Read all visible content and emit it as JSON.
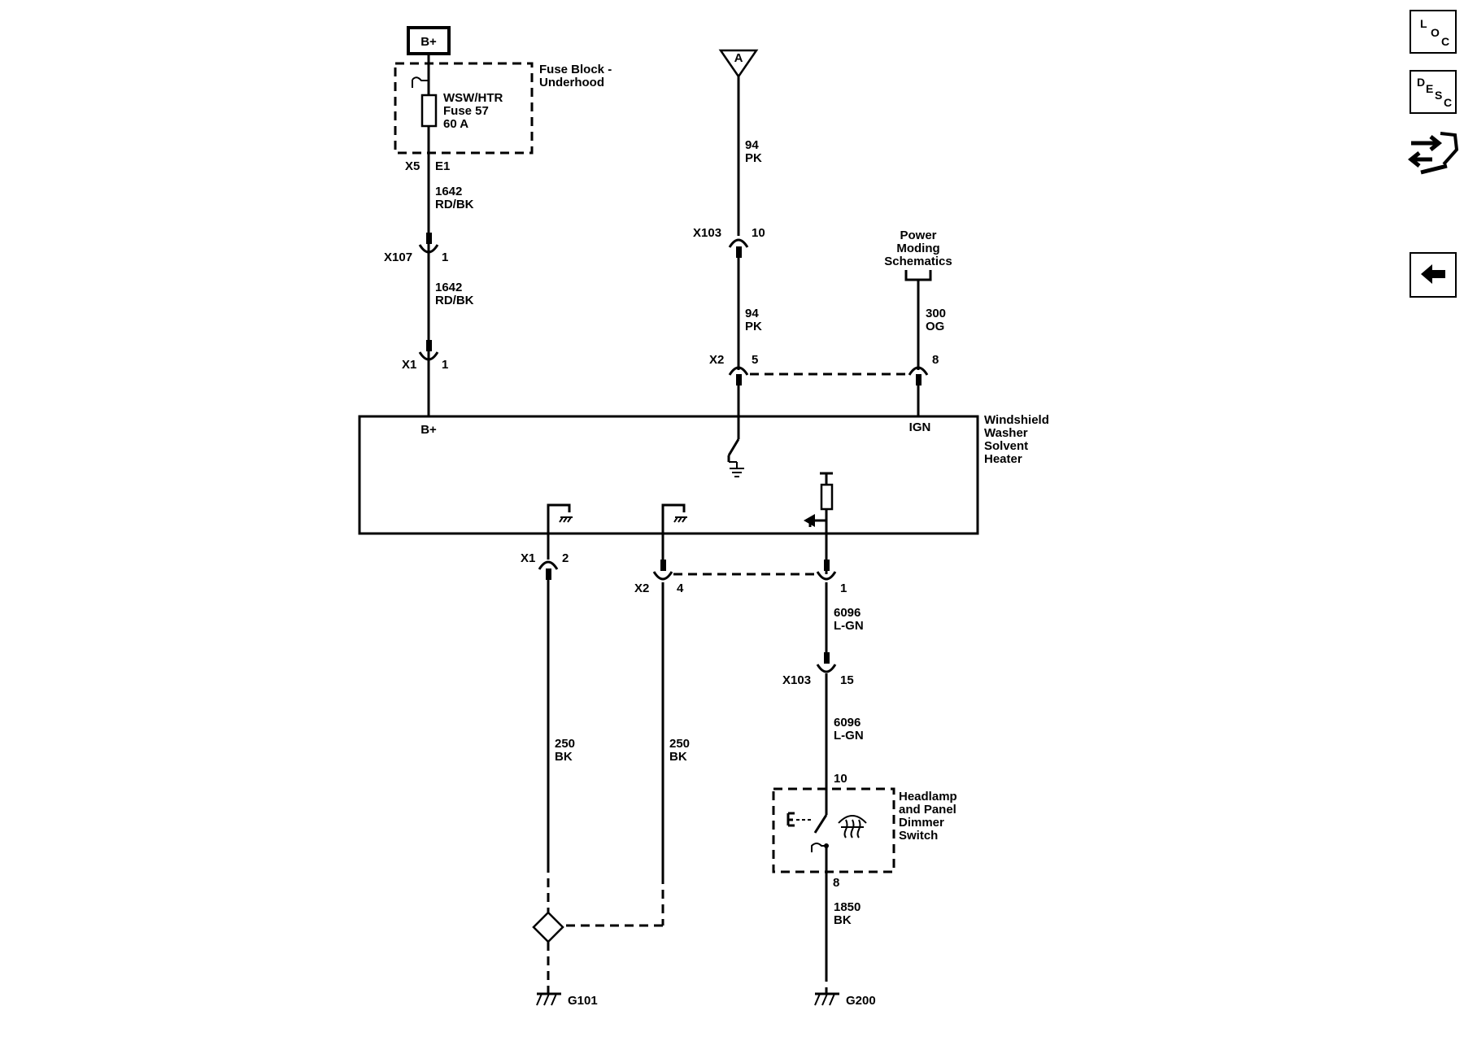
{
  "power": {
    "bplus": "B+"
  },
  "fuse_block": {
    "title_line1": "Fuse Block -",
    "title_line2": "Underhood",
    "fuse_line1": "WSW/HTR",
    "fuse_line2": "Fuse 57",
    "fuse_line3": "60 A",
    "conn": "X5",
    "pin": "E1"
  },
  "wires": {
    "w1642_a_num": "1642",
    "w1642_a_color": "RD/BK",
    "w1642_b_num": "1642",
    "w1642_b_color": "RD/BK",
    "w94_a_num": "94",
    "w94_a_color": "PK",
    "w94_b_num": "94",
    "w94_b_color": "PK",
    "w300_num": "300",
    "w300_color": "OG",
    "w6096_a_num": "6096",
    "w6096_a_color": "L-GN",
    "w6096_b_num": "6096",
    "w6096_b_color": "L-GN",
    "w250_a_num": "250",
    "w250_a_color": "BK",
    "w250_b_num": "250",
    "w250_b_color": "BK",
    "w1850_num": "1850",
    "w1850_color": "BK"
  },
  "connectors": {
    "x107": "X107",
    "x107_pin": "1",
    "x1_top": "X1",
    "x1_top_pin": "1",
    "x103_top": "X103",
    "x103_top_pin": "10",
    "x2_top": "X2",
    "x2_top_pin": "5",
    "pm_pin": "8",
    "x1_bot": "X1",
    "x1_bot_pin": "2",
    "x2_bot": "X2",
    "x2_bot_pin": "4",
    "heater_out_pin": "1",
    "x103_bot": "X103",
    "x103_bot_pin": "15",
    "switch_in_pin": "10",
    "switch_out_pin": "8"
  },
  "offpage": {
    "a": "A"
  },
  "power_moding": {
    "line1": "Power",
    "line2": "Moding",
    "line3": "Schematics"
  },
  "heater": {
    "title_line1": "Windshield",
    "title_line2": "Washer",
    "title_line3": "Solvent",
    "title_line4": "Heater",
    "bplus_pin": "B+",
    "ign_pin": "IGN"
  },
  "switch": {
    "title_line1": "Headlamp",
    "title_line2": "and Panel",
    "title_line3": "Dimmer",
    "title_line4": "Switch"
  },
  "grounds": {
    "g101": "G101",
    "g200": "G200"
  },
  "sidebar": {
    "loc_1": "L",
    "loc_2": "O",
    "loc_3": "C",
    "desc_1": "D",
    "desc_2": "E",
    "desc_3": "S",
    "desc_4": "C",
    "connector_end_view_icon": "connector-end-view-icon",
    "back_icon": "back-arrow-icon"
  }
}
